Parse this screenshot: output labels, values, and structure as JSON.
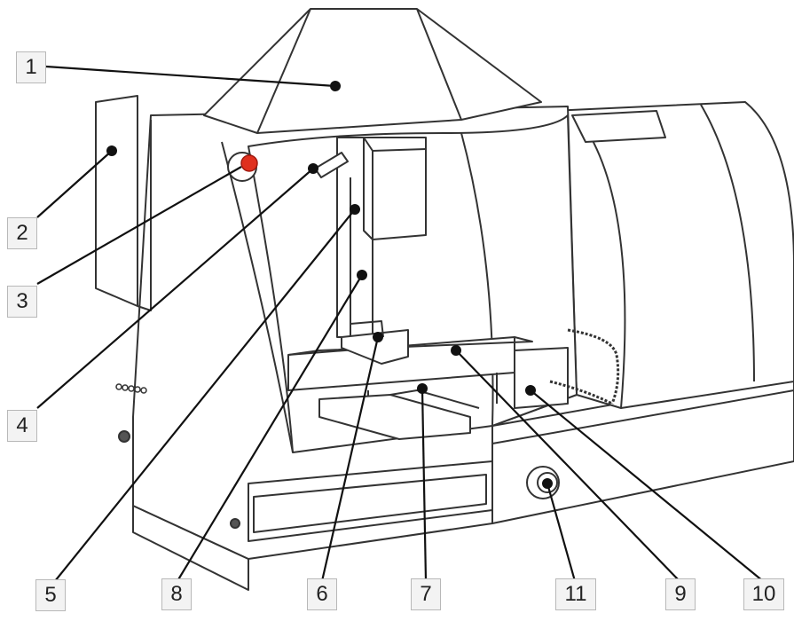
{
  "diagram": {
    "callouts": [
      {
        "id": "c1",
        "label": "1"
      },
      {
        "id": "c2",
        "label": "2"
      },
      {
        "id": "c3",
        "label": "3"
      },
      {
        "id": "c4",
        "label": "4"
      },
      {
        "id": "c5",
        "label": "5"
      },
      {
        "id": "c8",
        "label": "8"
      },
      {
        "id": "c6",
        "label": "6"
      },
      {
        "id": "c7",
        "label": "7"
      },
      {
        "id": "c11",
        "label": "11"
      },
      {
        "id": "c9",
        "label": "9"
      },
      {
        "id": "c10",
        "label": "10"
      }
    ],
    "colors": {
      "line": "#333333",
      "button": "#e0301e",
      "fill": "#ffffff",
      "box_border": "#b8b8b8"
    }
  }
}
